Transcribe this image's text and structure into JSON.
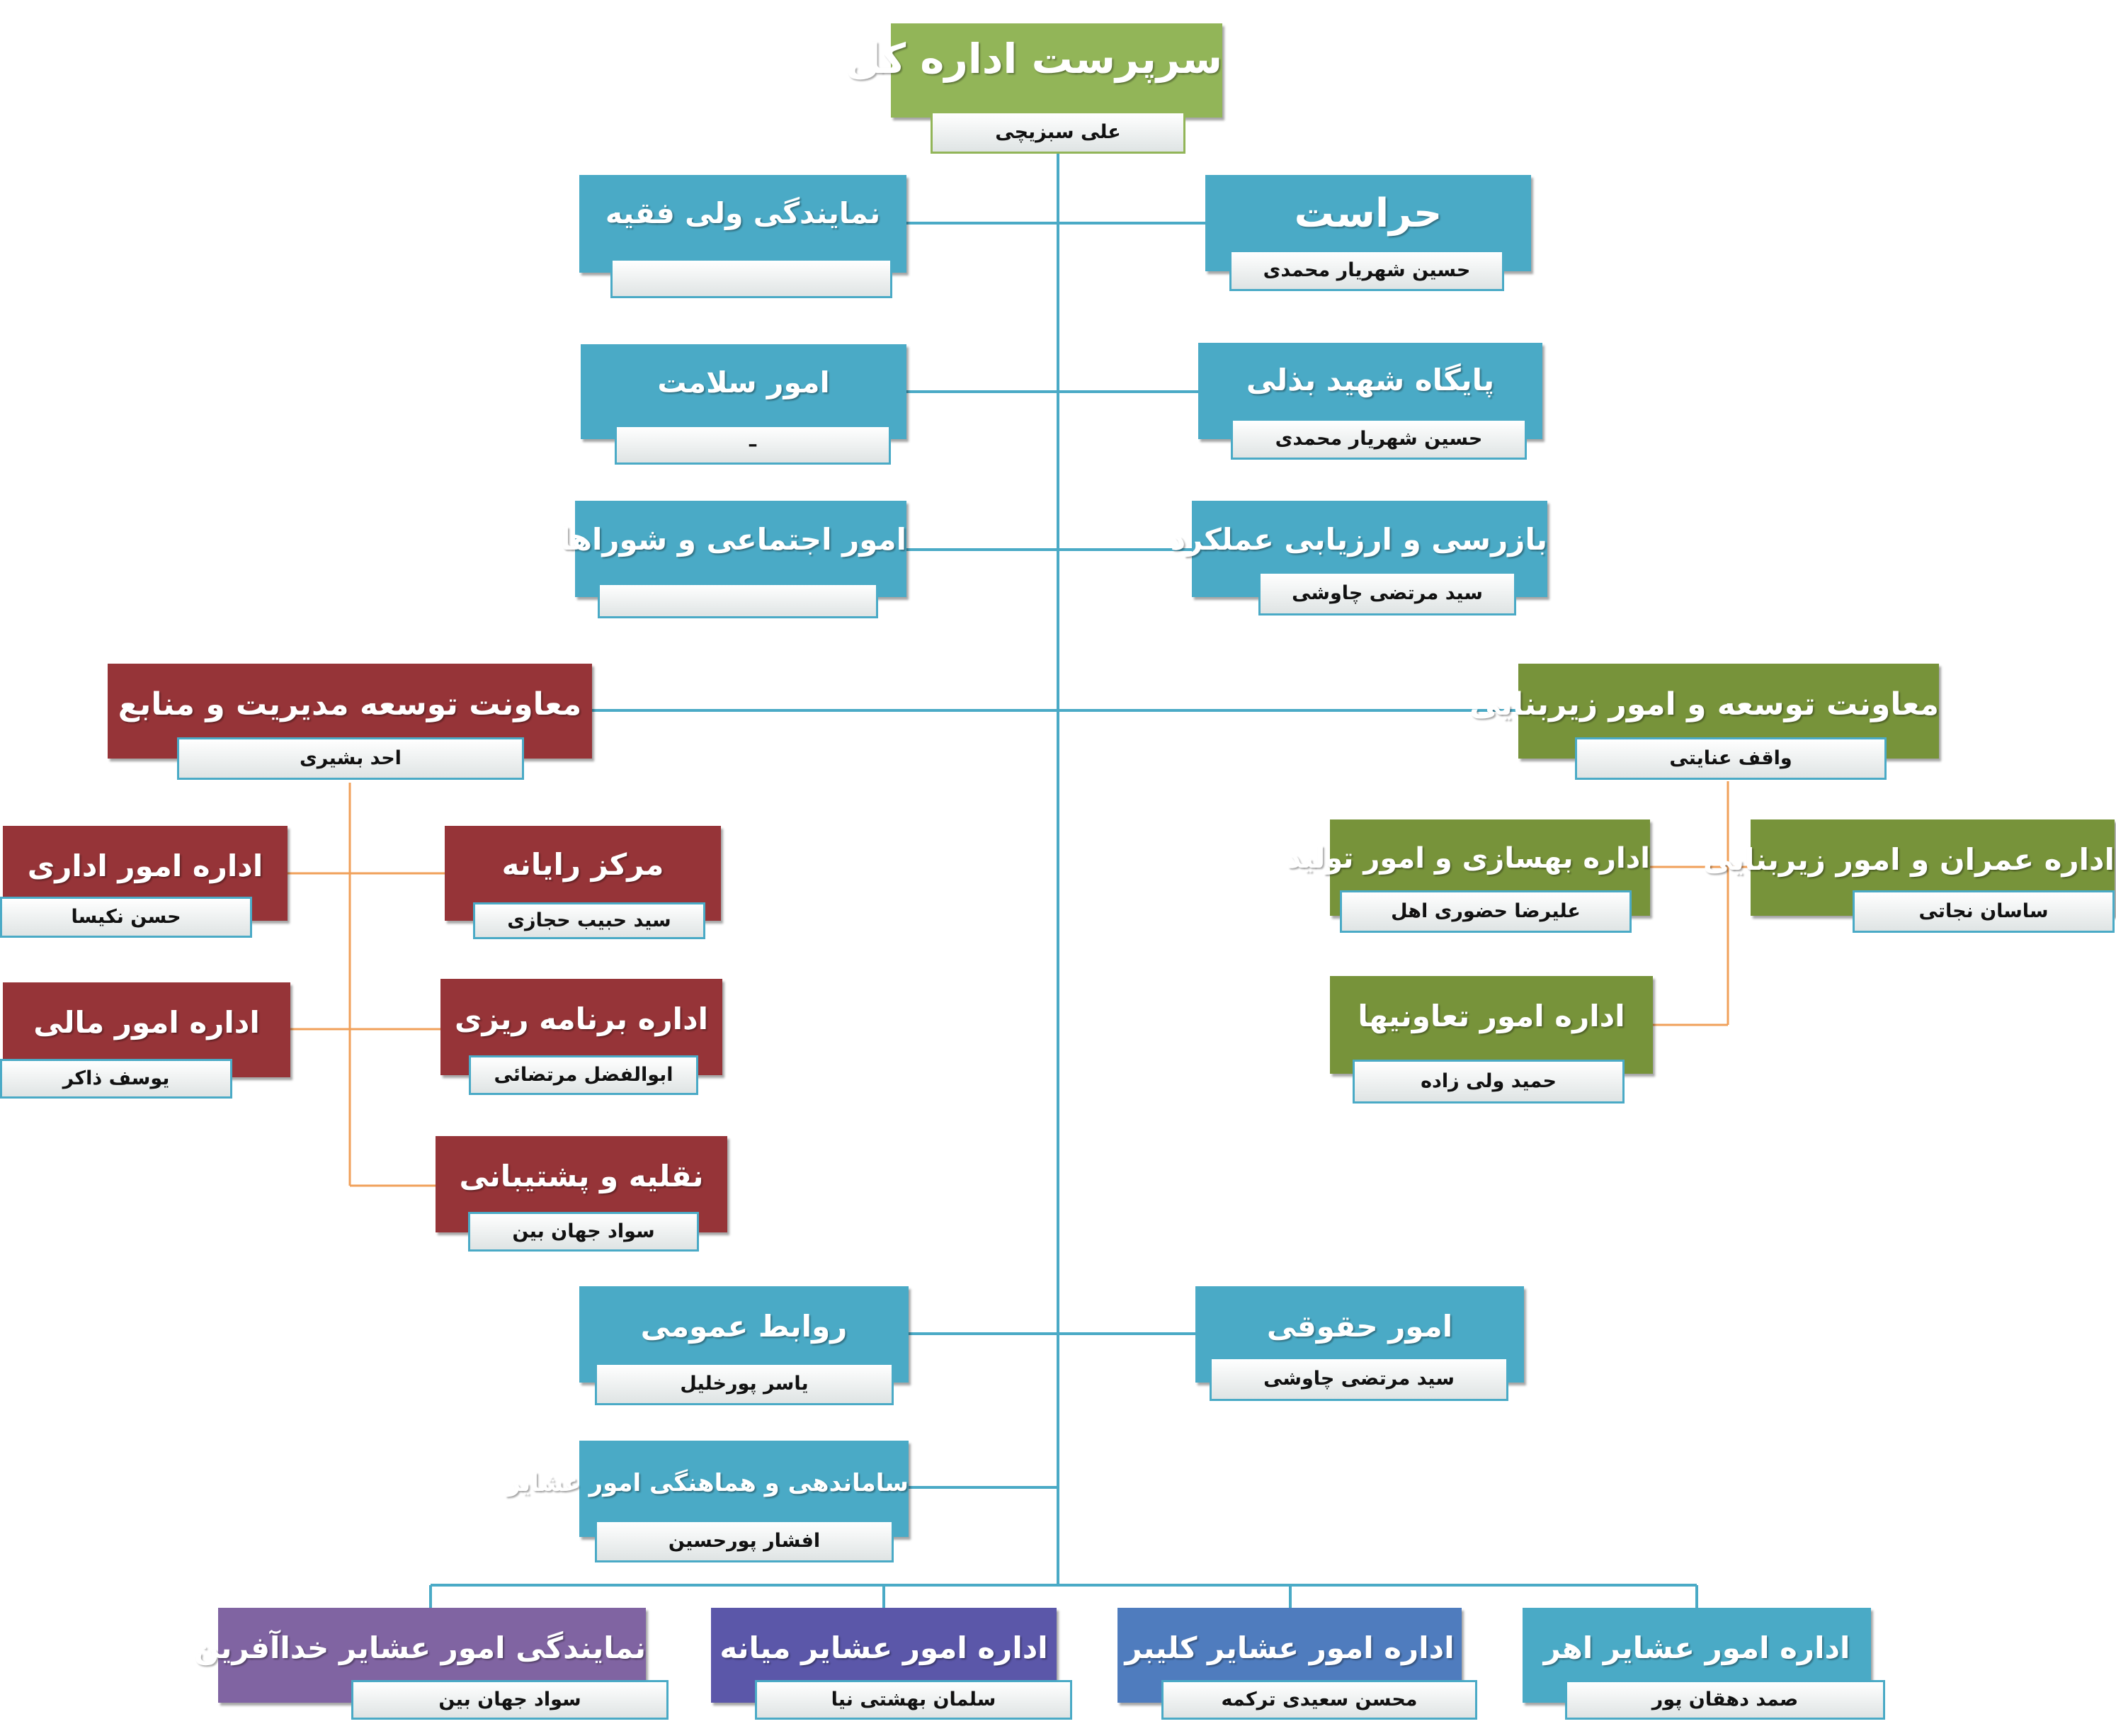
{
  "colors": {
    "trunk": "#4aaac6",
    "branch": "#f0a05a",
    "top": "#92b558",
    "teal": "#4aaac6",
    "red": "#963438",
    "green": "#77933a",
    "purple": "#8064a2",
    "indigo": "#5b57a9",
    "blue": "#4f7cbe"
  },
  "nodes": {
    "director": {
      "title": "سرپرست اداره کل",
      "name": "علی سبزیچی"
    },
    "security": {
      "title": "حراست",
      "name": "حسین شهریار محمدی"
    },
    "supreme_leader_rep": {
      "title": "نمایندگی ولی فقیه",
      "name": ""
    },
    "bazl_base": {
      "title": "پایگاه شهید بذلی",
      "name": "حسین شهریار محمدی"
    },
    "health": {
      "title": "امور سلامت",
      "name": "–"
    },
    "inspection": {
      "title": "بازرسی و ارزیابی عملکرد",
      "name": "سید مرتضی چاوشی"
    },
    "social_councils": {
      "title": "امور اجتماعی و شوراها",
      "name": ""
    },
    "deputy_management": {
      "title": "معاونت توسعه مدیریت و منابع",
      "name": "احد بشیری"
    },
    "deputy_infrastructure": {
      "title": "معاونت توسعه و امور زیربنایی",
      "name": "واقف عنایتی"
    },
    "computer_center": {
      "title": "مرکز رایانه",
      "name": "سید حبیب حجازی"
    },
    "administrative": {
      "title": "اداره امور اداری",
      "name": "حسن نکیسا"
    },
    "planning": {
      "title": "اداره برنامه ریزی",
      "name": "ابوالفضل مرتضائی"
    },
    "financial": {
      "title": "اداره امور مالی",
      "name": "یوسف ذاکر"
    },
    "transport_support": {
      "title": "نقلیه و پشتیبانی",
      "name": "سواد جهان بین"
    },
    "construction": {
      "title": "اداره عمران و امور زیربنایی",
      "name": "ساسان نجاتی"
    },
    "production": {
      "title": "اداره بهسازی و امور تولید",
      "name": "علیرضا حضوری اهل"
    },
    "cooperatives": {
      "title": "اداره امور تعاونیها",
      "name": "حمید ولی زاده"
    },
    "legal": {
      "title": "امور حقوقی",
      "name": "سید مرتضی چاوشی"
    },
    "public_relations": {
      "title": "روابط عمومی",
      "name": "یاسر پورخلیل"
    },
    "tribal_coordination": {
      "title": "ساماندهی و هماهنگی امور عشایر",
      "name": "افشار پورحسین"
    },
    "ahar": {
      "title": "اداره امور عشایر اهر",
      "name": "صمد دهقان پور"
    },
    "kaleybar": {
      "title": "اداره امور عشایر کلیبر",
      "name": "محسن سعیدی ترکمه"
    },
    "mianeh": {
      "title": "اداره امور عشایر میانه",
      "name": "سلمان بهشتی نیا"
    },
    "khodaafarin": {
      "title": "نمایندگی امور عشایر خداآفرین",
      "name": "سواد جهان بین"
    }
  }
}
